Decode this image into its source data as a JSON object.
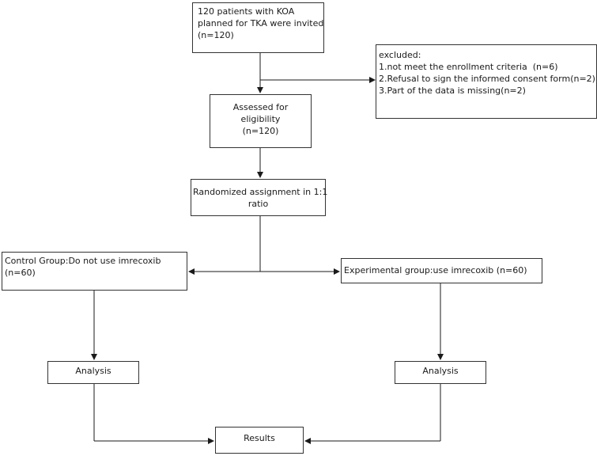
{
  "flowchart": {
    "nodes": {
      "invited": {
        "lines": [
          "120 patients with KOA",
          "planned for TKA were invited",
          "(n=120)"
        ]
      },
      "excluded": {
        "lines": [
          "excluded:",
          "1.not meet the enrollment criteria  (n=6)",
          "2.Refusal to sign the informed consent form(n=2)",
          "3.Part of the data is missing(n=2)"
        ]
      },
      "assessed": {
        "lines": [
          "Assessed for",
          "eligibility",
          "(n=120)"
        ]
      },
      "randomized": {
        "lines": [
          "Randomized assignment in 1:1",
          "ratio"
        ]
      },
      "control": {
        "lines": [
          "Control Group:Do not use imrecoxib",
          "(n=60)"
        ]
      },
      "experimental": {
        "lines": [
          "Experimental group:use imrecoxib (n=60)"
        ]
      },
      "analysis_left": {
        "lines": [
          "Analysis"
        ]
      },
      "analysis_right": {
        "lines": [
          "Analysis"
        ]
      },
      "results": {
        "lines": [
          "Results"
        ]
      }
    }
  }
}
